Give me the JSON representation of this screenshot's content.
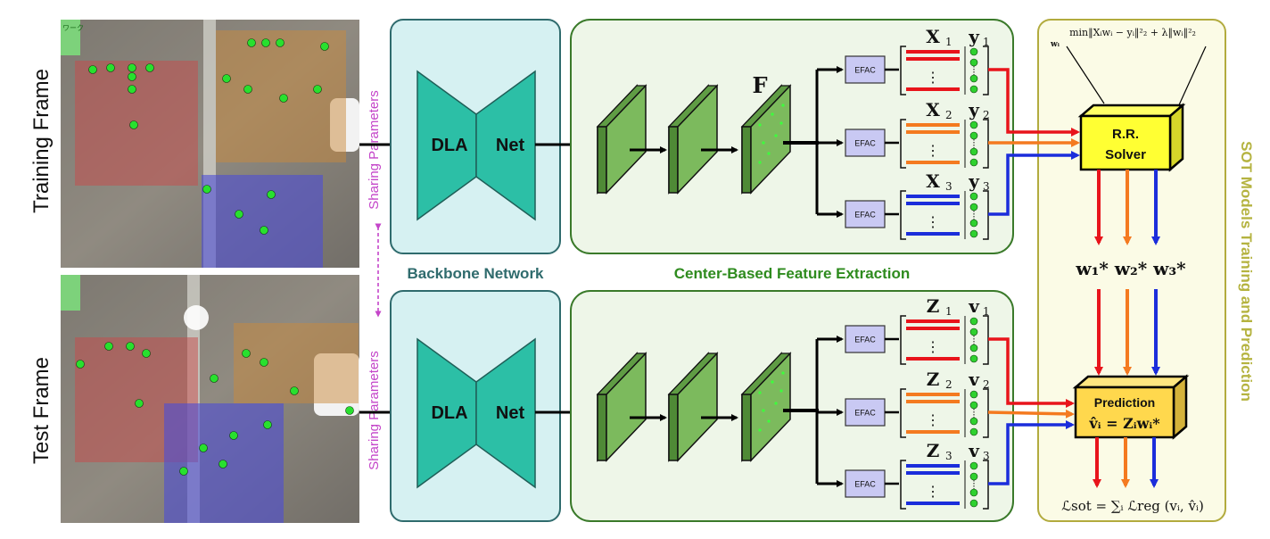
{
  "frames": {
    "training_label": "Training Frame",
    "test_label": "Test Frame",
    "image_sign_text": "ワーク"
  },
  "sharing": {
    "top_label": "Sharing Parameters",
    "bottom_label": "Sharing Parameters"
  },
  "backbone": {
    "left_label": "DLA",
    "right_label": "Net",
    "caption": "Backbone Network"
  },
  "feature_extraction": {
    "caption": "Center-Based Feature Extraction",
    "feature_map_label": "F",
    "efac_label": "EFAC",
    "ellipsis": "⋮"
  },
  "training_rows": [
    {
      "matrix": "X",
      "sub": "1",
      "target": "y",
      "tsub": "1"
    },
    {
      "matrix": "X",
      "sub": "2",
      "target": "y",
      "tsub": "2"
    },
    {
      "matrix": "X",
      "sub": "3",
      "target": "y",
      "tsub": "3"
    }
  ],
  "test_rows": [
    {
      "matrix": "Z",
      "sub": "1",
      "target": "v",
      "tsub": "1"
    },
    {
      "matrix": "Z",
      "sub": "2",
      "target": "v",
      "tsub": "2"
    },
    {
      "matrix": "Z",
      "sub": "3",
      "target": "v",
      "tsub": "3"
    }
  ],
  "sot": {
    "side_label": "SOT Models Training and Prediction",
    "objective": "min‖Xᵢwᵢ − yᵢ‖²₂ + λ‖wᵢ‖²₂",
    "objective_under": "wᵢ",
    "solver_line1": "R.R.",
    "solver_line2": "Solver",
    "weights": "w₁* w₂* w₃*",
    "prediction_title": "Prediction",
    "prediction_formula": "v̂ᵢ = Zᵢwᵢ*",
    "loss": "ℒsot = ∑ᵢ ℒreg (vᵢ, v̂ᵢ)"
  },
  "colors": {
    "red": "#e8141b",
    "orange": "#f47a20",
    "blue": "#1b2ddb",
    "backbone_fill": "#d6f1f2",
    "backbone_border": "#2f6b6d",
    "teal": "#2cbfa6",
    "feature_fill": "#eef6e8",
    "feature_border": "#3a7a2a",
    "green_map": "#7cba5d",
    "sot_fill": "#fbfbe6",
    "sot_border": "#b2ab3e",
    "sot_label": "#b5b340",
    "efac_fill": "#c9c9f3",
    "solver_fill": "#ffff33",
    "prediction_fill": "#ffd84d",
    "magenta": "#c445c9"
  }
}
